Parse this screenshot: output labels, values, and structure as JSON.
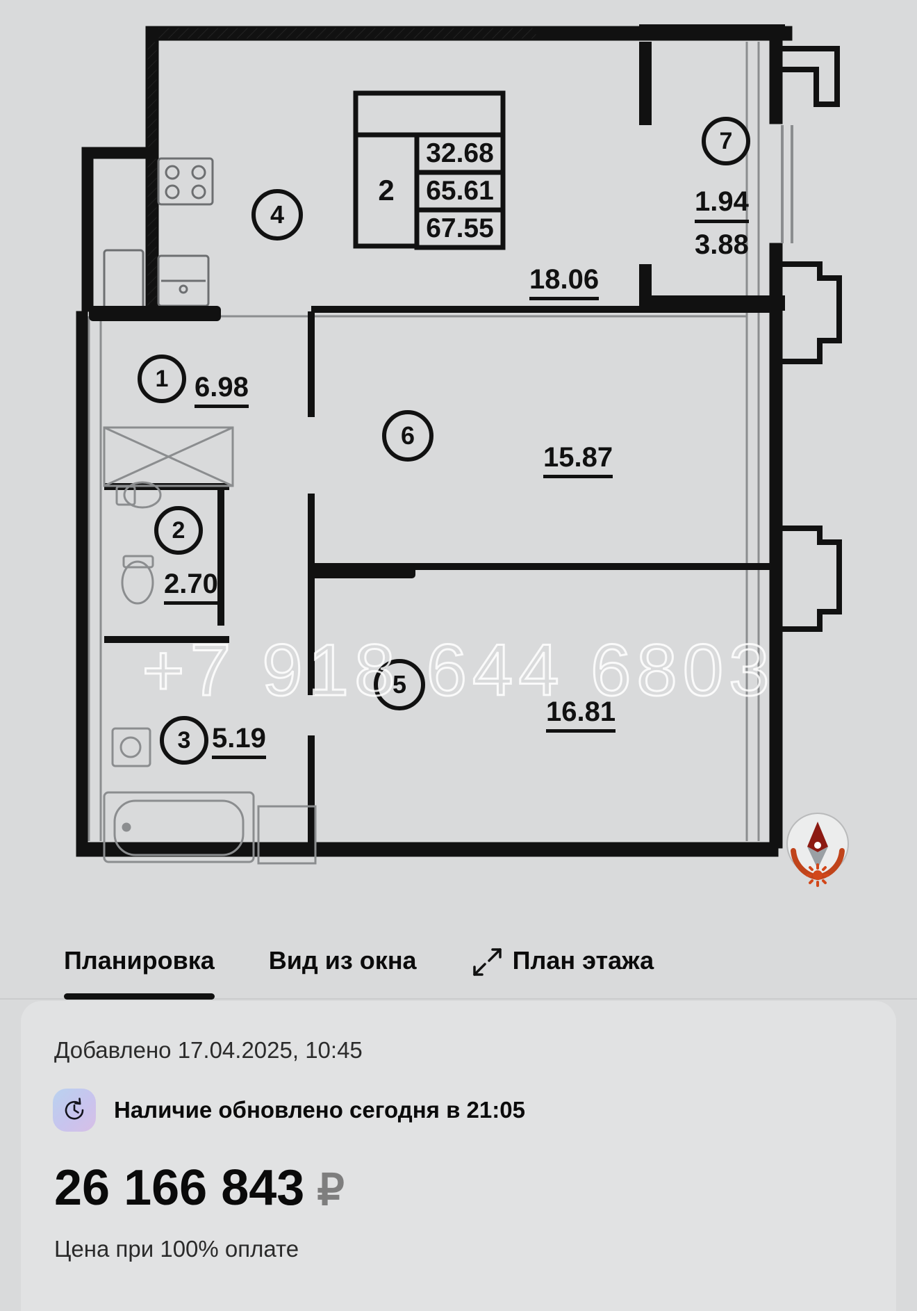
{
  "floorplan": {
    "title_table": {
      "rooms_count": "2",
      "living_area": "32.68",
      "area_without_balcony": "65.61",
      "total_area": "67.55"
    },
    "watermark": "+7 918 644 6803",
    "room_markers": [
      {
        "number": "1",
        "area": "6.98"
      },
      {
        "number": "2",
        "area": "2.70"
      },
      {
        "number": "3",
        "area": "5.19"
      },
      {
        "number": "4",
        "area": ""
      },
      {
        "number": "5",
        "area": "16.81"
      },
      {
        "number": "6",
        "area": "15.87"
      },
      {
        "number": "7",
        "area": "1.94"
      }
    ],
    "areas": {
      "hall": "6.98",
      "wc": "2.70",
      "bath": "5.19",
      "kitchen_living": "18.06",
      "room_6": "15.87",
      "room_5": "16.81",
      "balcony_net": "1.94",
      "balcony_gross": "3.88"
    },
    "compass": {
      "name": "compass-rose",
      "north_color": "#8c1a12",
      "south_color": "#9aa0a4",
      "sun_color": "#d2471a"
    }
  },
  "tabs": [
    {
      "label": "Планировка",
      "active": true,
      "icon": ""
    },
    {
      "label": "Вид из окна",
      "active": false,
      "icon": ""
    },
    {
      "label": "План этажа",
      "active": false,
      "icon": "expand-diagonal-icon"
    }
  ],
  "card": {
    "added_label": "Добавлено 17.04.2025, 10:45",
    "availability_label": "Наличие обновлено сегодня в 21:05",
    "availability_icon": "clock-refresh-icon",
    "price_value": "26 166 843",
    "price_currency": "₽",
    "price_note": "Цена при 100% оплате"
  }
}
